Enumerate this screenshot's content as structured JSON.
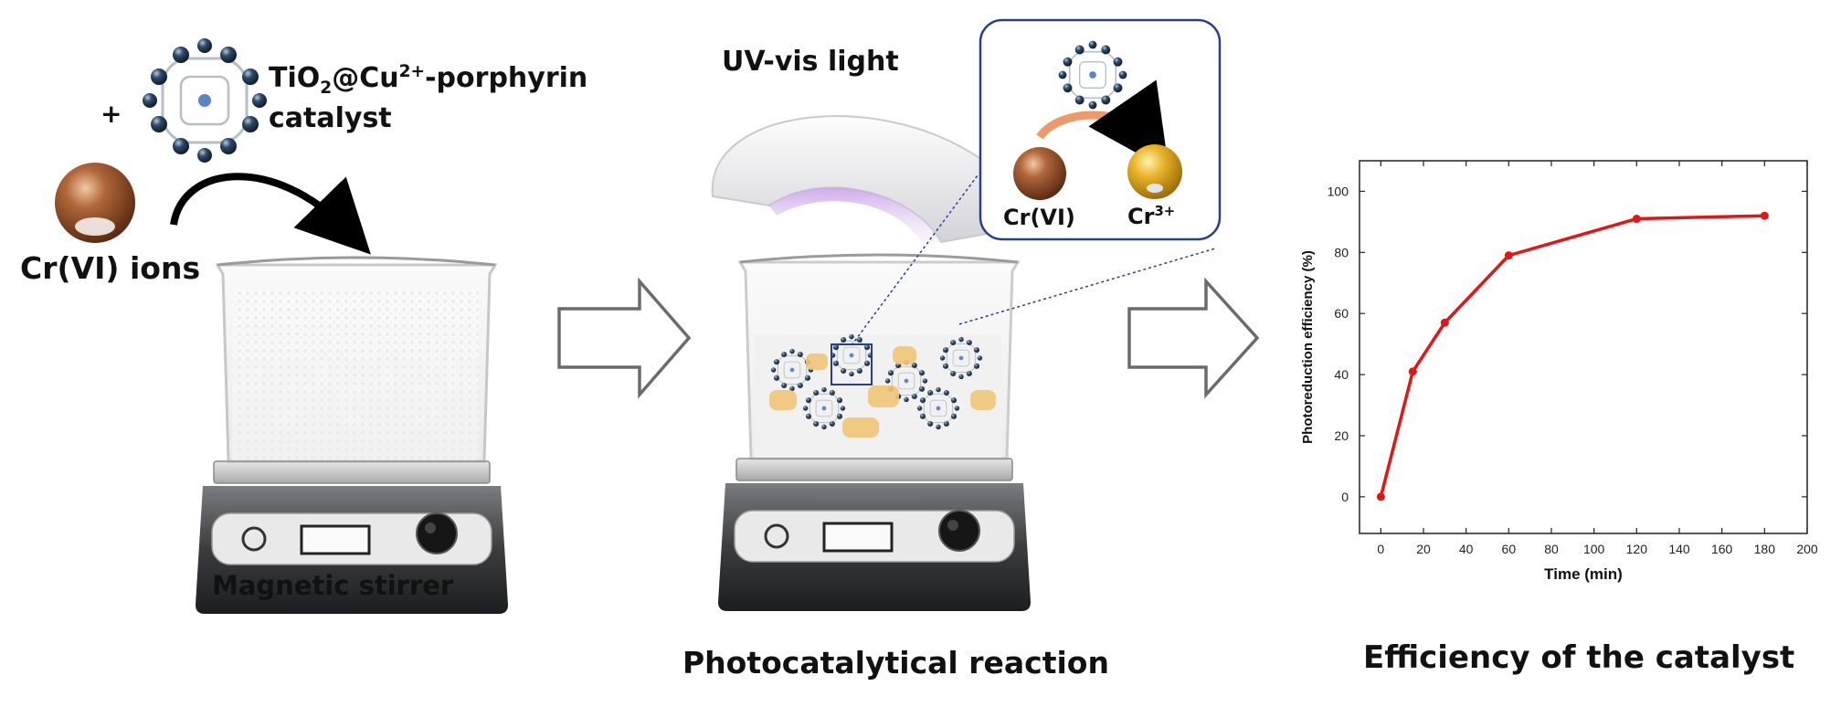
{
  "labels": {
    "catalyst_prefix": "TiO",
    "catalyst_sub": "2",
    "catalyst_mid": "@Cu",
    "catalyst_sup": "2+",
    "catalyst_suffix": "-porphyrin",
    "catalyst_line2": "catalyst",
    "plus": "+",
    "ions": "Cr(VI) ions",
    "stirrer": "Magnetic stirrer",
    "light": "UV-vis light",
    "inset_left": "Cr(VI)",
    "inset_right_base": "Cr",
    "inset_right_sup": "3+",
    "photocat": "Photocatalytical reaction",
    "efficiency": "Efficiency of the catalyst"
  },
  "colors": {
    "cr6": "#8a4a22",
    "cr3": "#e3ae22",
    "porphyrin": "#1f3550",
    "arrow": "#000000",
    "line": "#e31515",
    "inset_border": "#2a3f8a"
  },
  "chart_data": {
    "type": "line",
    "xlabel": "Time (min)",
    "ylabel": "Photoreduction efficiency (%)",
    "xlim": [
      -10,
      200
    ],
    "ylim": [
      -12,
      110
    ],
    "xticks": [
      0,
      20,
      40,
      60,
      80,
      100,
      120,
      140,
      160,
      180,
      200
    ],
    "yticks": [
      0,
      20,
      40,
      60,
      80,
      100
    ],
    "grid": false,
    "x": [
      0,
      15,
      30,
      60,
      120,
      180
    ],
    "y": [
      0,
      41,
      57,
      79,
      91,
      92
    ]
  }
}
